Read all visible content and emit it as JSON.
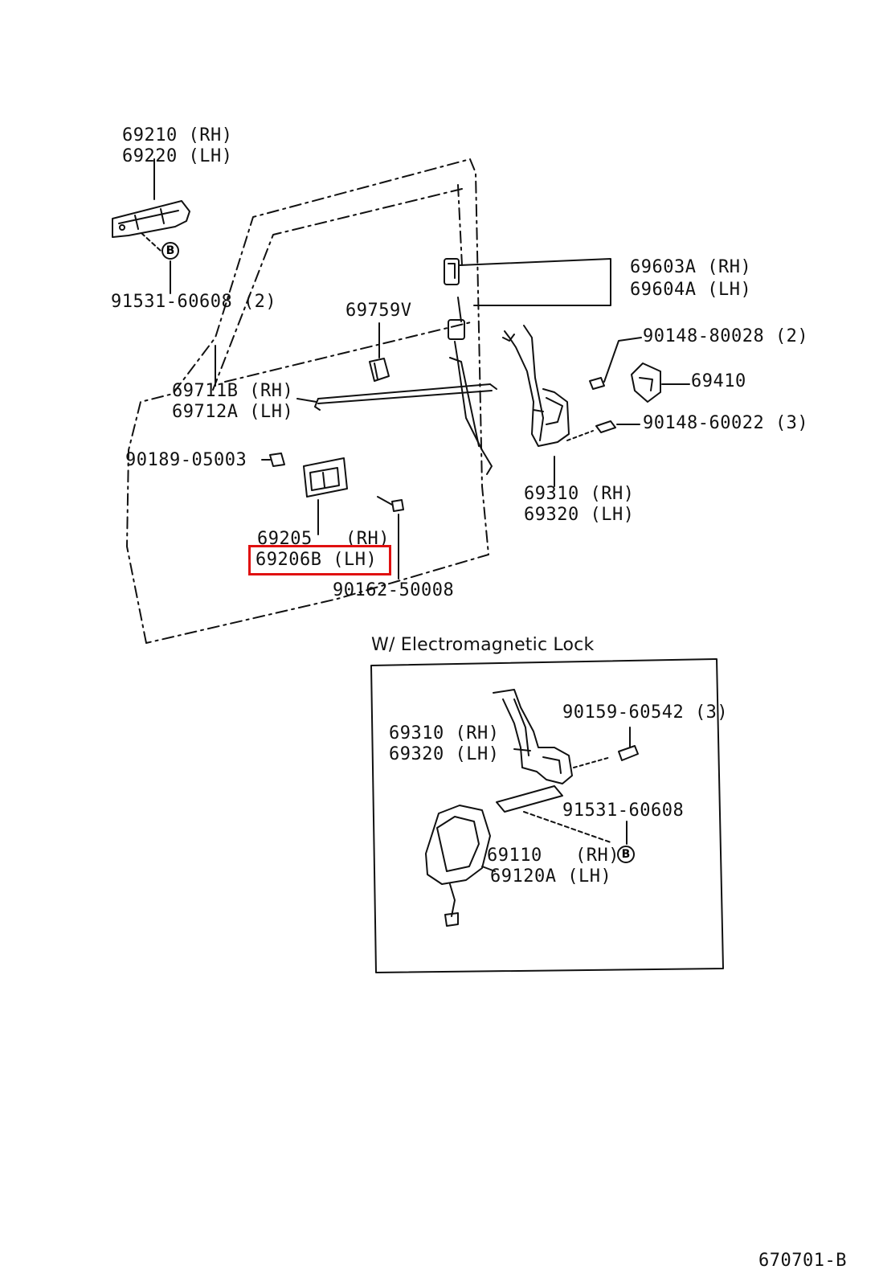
{
  "parts": {
    "outside_handle_rh": "69210 (RH)",
    "outside_handle_lh": "69220 (LH)",
    "screw_handle": "91531-60608 (2)",
    "screw_handle_qty_mark": "B",
    "cylinder_cover_rh": "69603A (RH)",
    "cylinder_cover_lh": "69604A (LH)",
    "clip": "69759V",
    "screw_striker": "90148-80028 (2)",
    "striker": "69410",
    "screw_lock": "90148-60022 (3)",
    "rod_rh": "69711B (RH)",
    "rod_lh": "69712A (LH)",
    "bumper": "90189-05003",
    "lock_rh": "69310 (RH)",
    "lock_lh": "69320 (LH)",
    "inside_handle_rh": "69205   (RH)",
    "inside_handle_lh": "69206B (LH)",
    "screw_inside": "90162-50008"
  },
  "inset": {
    "caption": "W/ Electromagnetic Lock",
    "screw_bolt": "90159-60542 (3)",
    "lock_rh": "69310 (RH)",
    "lock_lh": "69320 (LH)",
    "screw": "91531-60608",
    "screw_mark": "B",
    "actuator_rh": "69110   (RH)",
    "actuator_lh": "69120A (LH)"
  },
  "figure_code": "670701-B",
  "highlight_color": "#e01010"
}
